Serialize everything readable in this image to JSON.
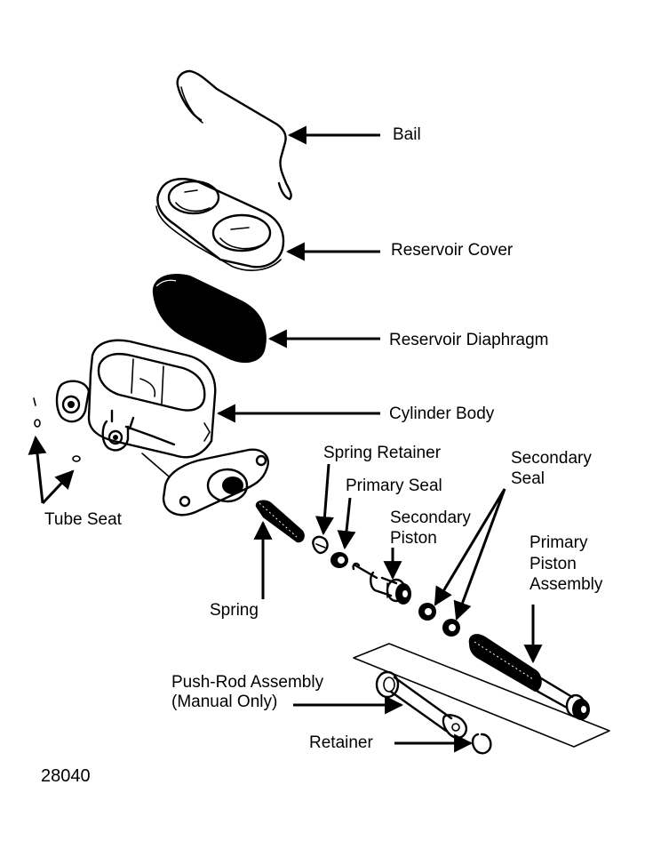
{
  "labels": {
    "bail": "Bail",
    "reservoir_cover": "Reservoir Cover",
    "reservoir_diaphragm": "Reservoir Diaphragm",
    "cylinder_body": "Cylinder Body",
    "spring_retainer": "Spring Retainer",
    "secondary_seal_1": "Secondary",
    "secondary_seal_2": "Seal",
    "primary_seal": "Primary Seal",
    "secondary_piston_1": "Secondary",
    "secondary_piston_2": "Piston",
    "primary_piston_1": "Primary",
    "primary_piston_2": "Piston",
    "primary_piston_3": "Assembly",
    "tube_seat": "Tube Seat",
    "spring": "Spring",
    "push_rod_1": "Push-Rod Assembly",
    "push_rod_2": "(Manual Only)",
    "retainer": "Retainer",
    "figure_number": "28040"
  }
}
